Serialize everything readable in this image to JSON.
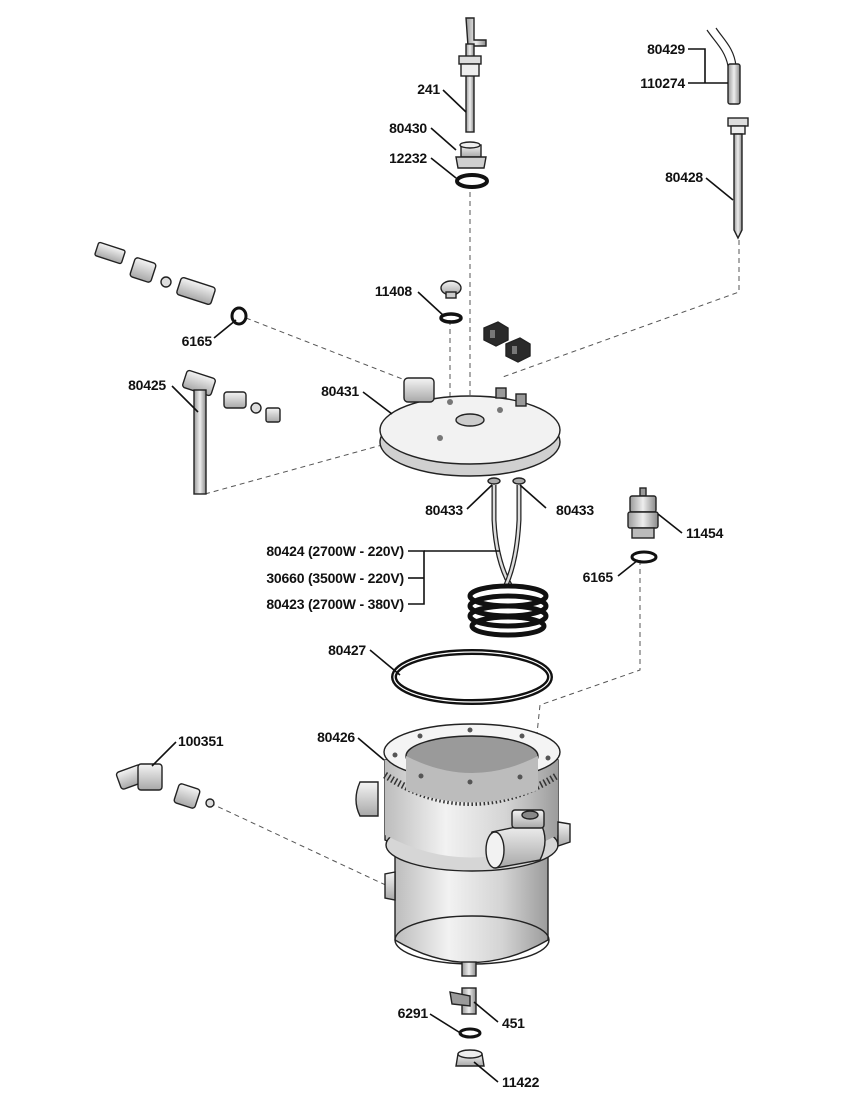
{
  "labels": {
    "p241": "241",
    "p80430": "80430",
    "p12232": "12232",
    "p80429": "80429",
    "p110274": "110274",
    "p80428": "80428",
    "p11408": "11408",
    "p6165_top": "6165",
    "p80425": "80425",
    "p80431": "80431",
    "p80433_left": "80433",
    "p80433_right": "80433",
    "p11454": "11454",
    "p6165_right": "6165",
    "p80424": "80424 (2700W - 220V)",
    "p30660": "30660 (3500W - 220V)",
    "p80423": "80423 (2700W - 380V)",
    "p80427": "80427",
    "p80426": "80426",
    "p100351": "100351",
    "p6291": "6291",
    "p451": "451",
    "p11422": "11422"
  },
  "colors": {
    "line": "#111111",
    "metal_light": "#eeeeee",
    "metal_mid": "#c8c8c8",
    "metal_dark": "#8a8a8a",
    "insulator": "#2a2a2a"
  }
}
